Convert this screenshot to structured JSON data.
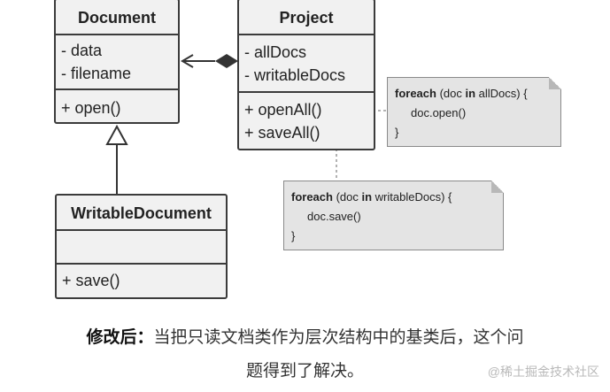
{
  "classes": {
    "document": {
      "name": "Document",
      "fields": [
        "- data",
        "- filename"
      ],
      "methods": [
        "+ open()"
      ]
    },
    "project": {
      "name": "Project",
      "fields": [
        "- allDocs",
        "- writableDocs"
      ],
      "methods": [
        "+ openAll()",
        "+ saveAll()"
      ]
    },
    "writable": {
      "name": "WritableDocument",
      "methods": [
        "+ save()"
      ]
    }
  },
  "notes": {
    "open_all": {
      "kw": "foreach",
      "head": " (doc ",
      "kw2": "in",
      "tail": " allDocs) {",
      "body": "doc.open()",
      "close": "}"
    },
    "save_all": {
      "kw": "foreach",
      "head": " (doc ",
      "kw2": "in",
      "tail": " writableDocs) {",
      "body": "doc.save()",
      "close": "}"
    }
  },
  "caption": {
    "label": "修改后：",
    "line1": "当把只读文档类作为层次结构中的基类后，这个问",
    "line2": "题得到了解决。"
  },
  "watermark": "@稀土掘金技术社区"
}
